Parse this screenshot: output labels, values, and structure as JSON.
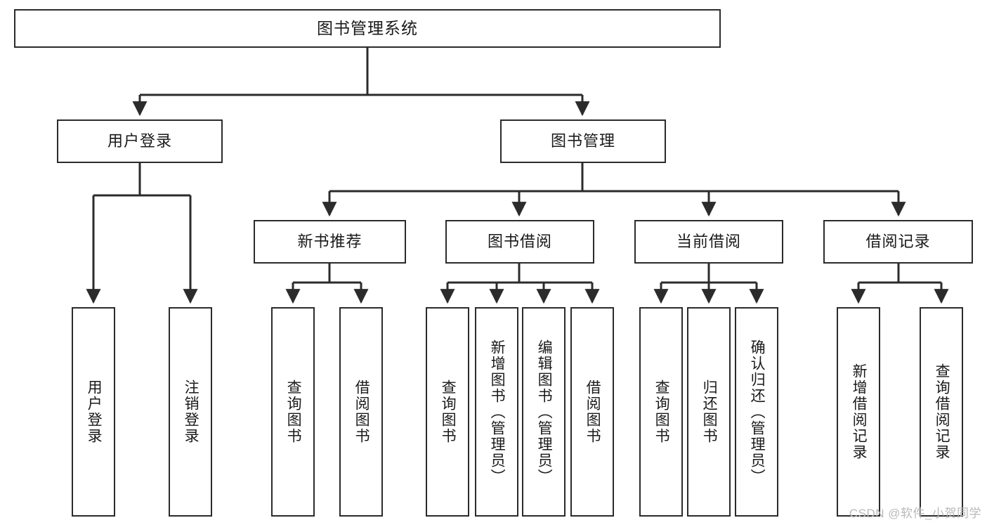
{
  "diagram": {
    "title": "图书管理系统",
    "watermark": "CSDN @软件_小贺同学",
    "colors": {
      "box_border": "#2b2b2b",
      "box_fill": "#ffffff",
      "connector": "#2b2b2b",
      "background": "#ffffff",
      "watermark": "#b9b9b9"
    },
    "levels": {
      "root": {
        "label": "图书管理系统"
      },
      "level2": [
        {
          "label": "用户登录"
        },
        {
          "label": "图书管理"
        }
      ],
      "level3": [
        {
          "label": "新书推荐"
        },
        {
          "label": "图书借阅"
        },
        {
          "label": "当前借阅"
        },
        {
          "label": "借阅记录"
        }
      ],
      "leaves": [
        {
          "label": "用户登录",
          "parent": "用户登录"
        },
        {
          "label": "注销登录",
          "parent": "用户登录"
        },
        {
          "label": "查询图书",
          "parent": "新书推荐"
        },
        {
          "label": "借阅图书",
          "parent": "新书推荐"
        },
        {
          "label": "查询图书",
          "parent": "图书借阅"
        },
        {
          "label": "新增图书（管理员）",
          "parent": "图书借阅"
        },
        {
          "label": "编辑图书（管理员）",
          "parent": "图书借阅"
        },
        {
          "label": "借阅图书",
          "parent": "图书借阅"
        },
        {
          "label": "查询图书",
          "parent": "当前借阅"
        },
        {
          "label": "归还图书",
          "parent": "当前借阅"
        },
        {
          "label": "确认归还（管理员）",
          "parent": "当前借阅"
        },
        {
          "label": "新增借阅记录",
          "parent": "借阅记录"
        },
        {
          "label": "查询借阅记录",
          "parent": "借阅记录"
        }
      ]
    }
  }
}
